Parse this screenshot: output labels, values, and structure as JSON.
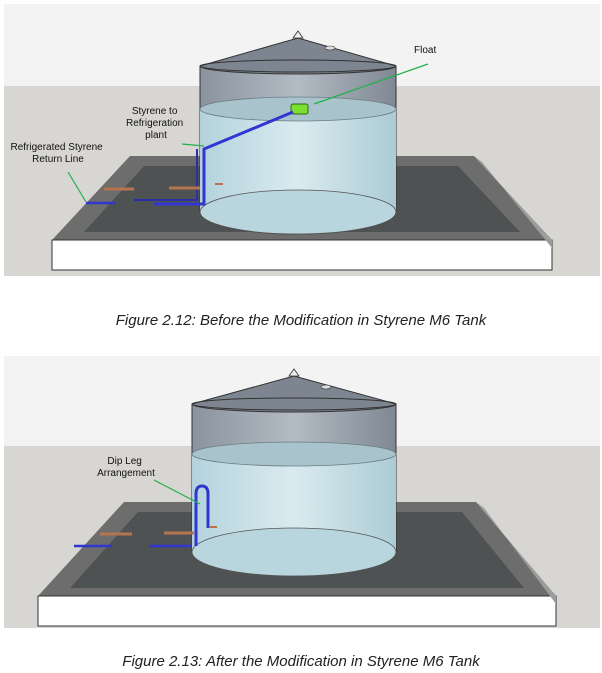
{
  "figures": [
    {
      "caption": "Figure 2.12: Before the Modification in Styrene M6 Tank",
      "labels": {
        "float": "Float",
        "styrene_to_refrigeration": [
          "Styrene to",
          "Refrigeration",
          "plant"
        ],
        "return_line": [
          "Refrigerated Styrene",
          "Return Line"
        ]
      }
    },
    {
      "caption": "Figure 2.13: After the Modification in Styrene M6 Tank",
      "labels": {
        "dip_leg": [
          "Dip Leg",
          "Arrangement"
        ]
      }
    }
  ],
  "colors": {
    "sky": "#f2f2f2",
    "ground": "#d9d7d3",
    "tank_shell": "#9aa3ae",
    "liquid": "#c9e2ea",
    "pipe_blue": "#3236d0",
    "pipe_copper": "#b5734e",
    "float_green": "#7adf2e",
    "leader_green": "#22b04a"
  }
}
